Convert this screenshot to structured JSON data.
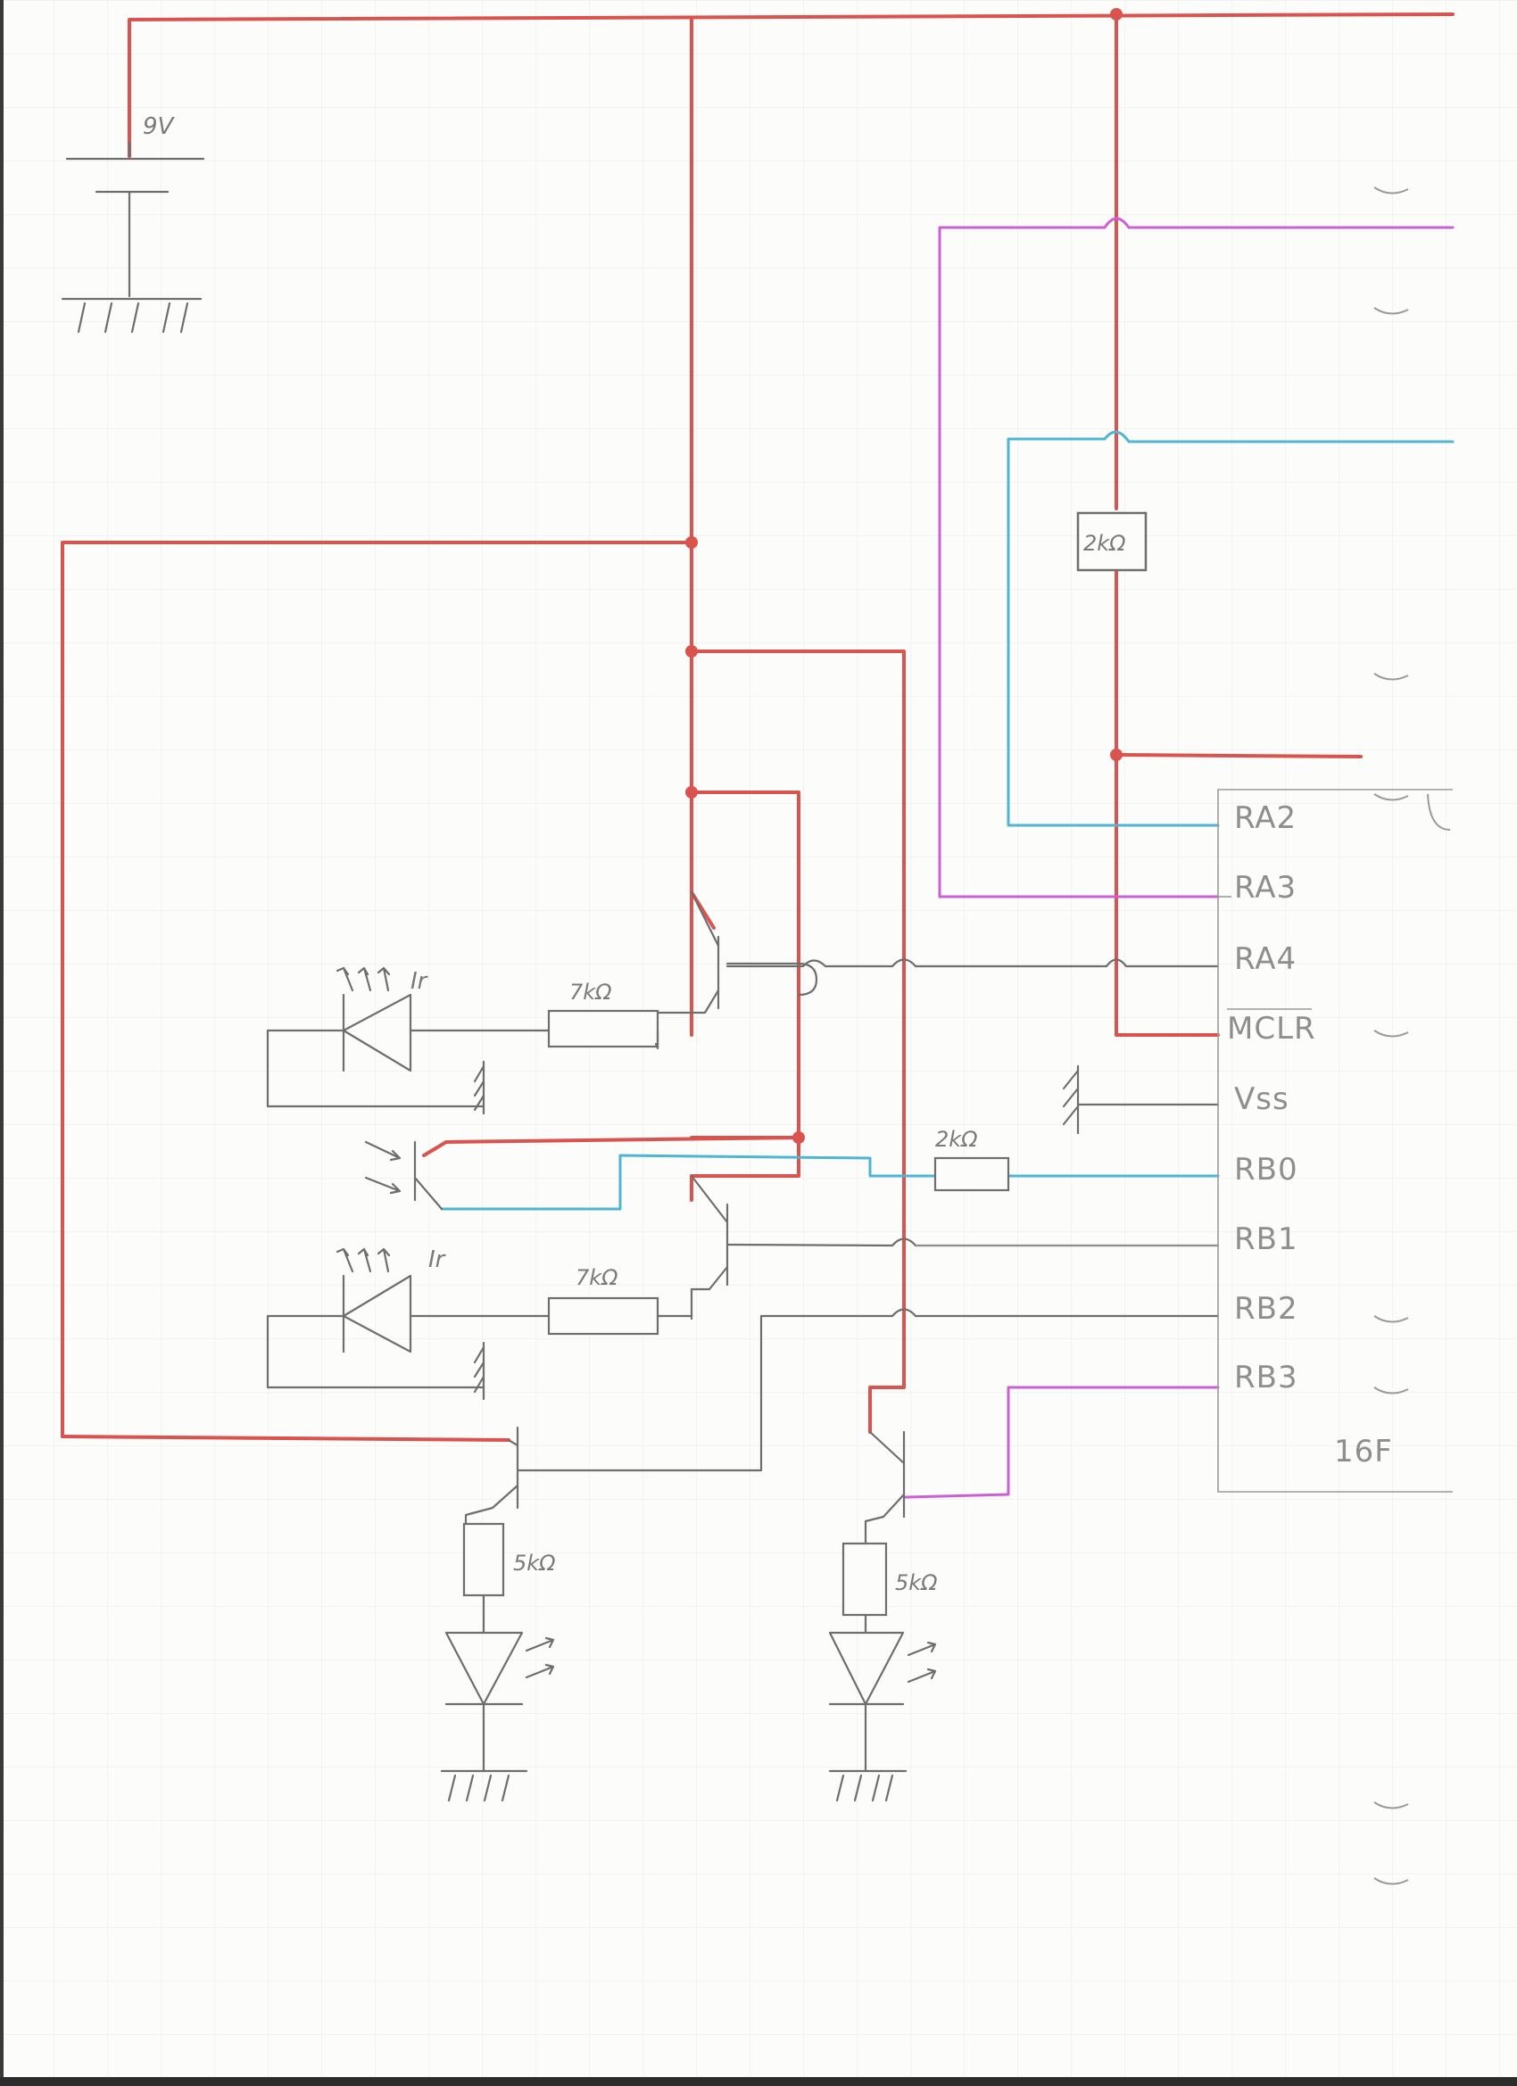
{
  "battery": {
    "label": "9V"
  },
  "resistors": [
    {
      "id": "r_top_right",
      "label": "2kΩ"
    },
    {
      "id": "r_ir1",
      "label": "7kΩ"
    },
    {
      "id": "r_rb0",
      "label": "2kΩ"
    },
    {
      "id": "r_ir2",
      "label": "7kΩ"
    },
    {
      "id": "r_led1",
      "label": "5kΩ"
    },
    {
      "id": "r_led2",
      "label": "5kΩ"
    }
  ],
  "ir_diodes": [
    {
      "id": "ir1",
      "label": "Ir"
    },
    {
      "id": "ir2",
      "label": "Ir"
    }
  ],
  "microcontroller": {
    "name": "16F",
    "pins": [
      "RA2",
      "RA3",
      "RA4",
      "MCLR",
      "Vss",
      "RB0",
      "RB1",
      "RB2",
      "RB3"
    ]
  },
  "colors": {
    "power_wire": "#d9534f",
    "rb3_ra3_wire": "#cc5fd3",
    "rb0_ra2_wire": "#4fb5d3",
    "signal_wire": "#6e6e6e"
  }
}
